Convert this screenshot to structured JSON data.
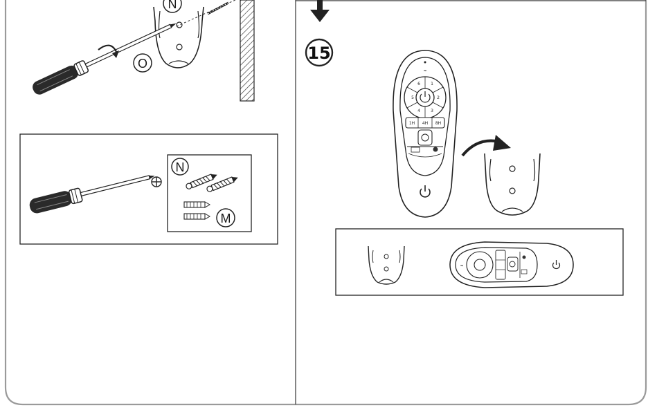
{
  "page": {
    "step_number": "15",
    "labels": {
      "N": "N",
      "O": "O",
      "M": "M"
    }
  },
  "remote": {
    "timer_buttons": [
      "1H",
      "4H",
      "8H"
    ],
    "speed_digits": [
      "1",
      "2",
      "3",
      "4",
      "5",
      "6"
    ]
  },
  "icons": [
    "screwdriver-icon",
    "screw-icon",
    "wall-anchor-icon",
    "phillips-tip-icon",
    "remote-control-icon",
    "wall-holder-icon",
    "curved-arrow-icon",
    "down-arrow-icon",
    "power-icon"
  ]
}
